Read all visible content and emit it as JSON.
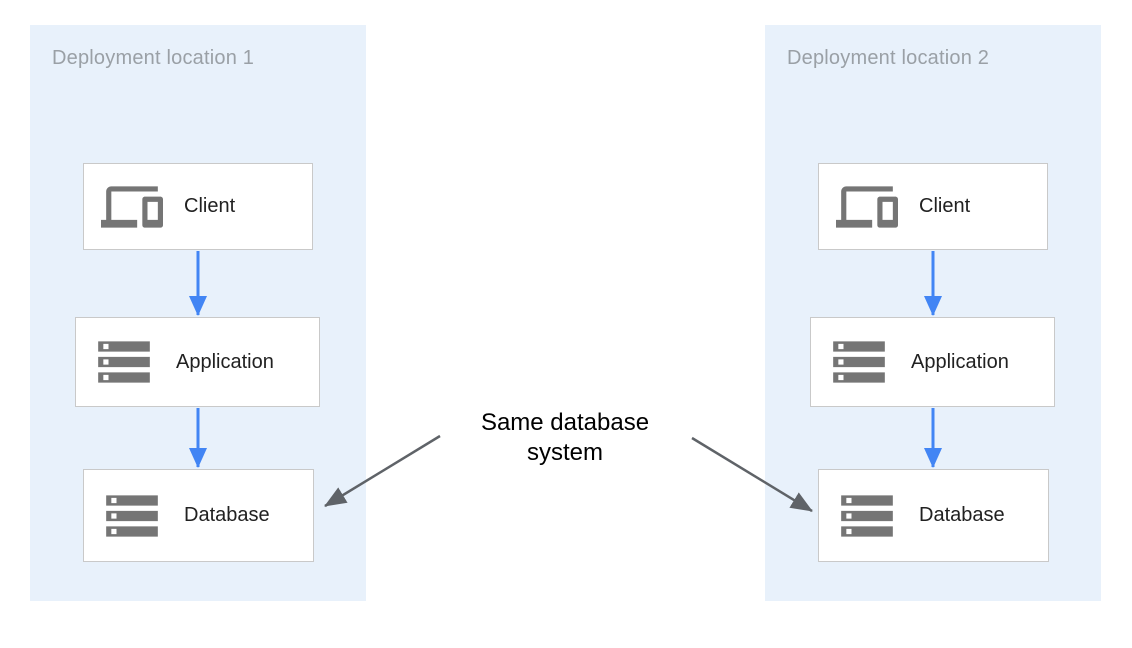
{
  "colors": {
    "panel-bg": "#e8f1fb",
    "panel-title": "#9aa0a6",
    "node-bg": "#ffffff",
    "node-border": "#c9c9c9",
    "node-label": "#212121",
    "icon-gray": "#757575",
    "arrow-blue": "#4285f4",
    "arrow-dark": "#5f6368",
    "annotation-text": "#000000"
  },
  "panels": [
    {
      "title": "Deployment location 1",
      "nodes": [
        {
          "label": "Client",
          "icon": "devices-icon"
        },
        {
          "label": "Application",
          "icon": "storage-icon"
        },
        {
          "label": "Database",
          "icon": "storage-icon"
        }
      ]
    },
    {
      "title": "Deployment location 2",
      "nodes": [
        {
          "label": "Client",
          "icon": "devices-icon"
        },
        {
          "label": "Application",
          "icon": "storage-icon"
        },
        {
          "label": "Database",
          "icon": "storage-icon"
        }
      ]
    }
  ],
  "annotation": {
    "text": "Same database system"
  }
}
